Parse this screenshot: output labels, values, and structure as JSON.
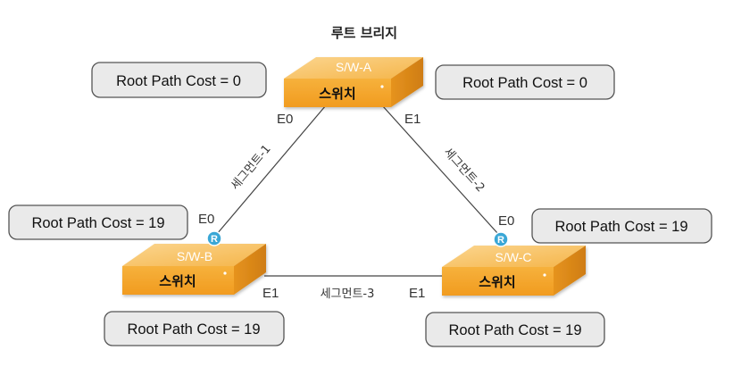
{
  "title": "루트 브리지",
  "switches": [
    {
      "id": "a",
      "label": "S/W-A",
      "name": "스위치"
    },
    {
      "id": "b",
      "label": "S/W-B",
      "name": "스위치"
    },
    {
      "id": "c",
      "label": "S/W-C",
      "name": "스위치"
    }
  ],
  "costs": {
    "a_left": "Root Path Cost = 0",
    "a_right": "Root Path Cost = 0",
    "b_top": "Root Path Cost = 19",
    "b_bottom": "Root Path Cost = 19",
    "c_top": "Root Path Cost = 19",
    "c_bottom": "Root Path Cost = 19"
  },
  "ports": {
    "a_e0": "E0",
    "a_e1": "E1",
    "b_e0": "E0",
    "b_e1": "E1",
    "c_e0": "E0",
    "c_e1": "E1"
  },
  "segments": {
    "seg1": "세그먼트-1",
    "seg2": "세그먼트-2",
    "seg3": "세그먼트-3"
  },
  "root_port_marker": "R",
  "colors": {
    "switch_front": "#f4a62a",
    "switch_top": "#f8c46a",
    "switch_side": "#e08c1c",
    "cost_box_fill": "#eaeaea",
    "cost_box_stroke": "#555555",
    "root_port": "#3aa7d6",
    "link": "#444444"
  }
}
